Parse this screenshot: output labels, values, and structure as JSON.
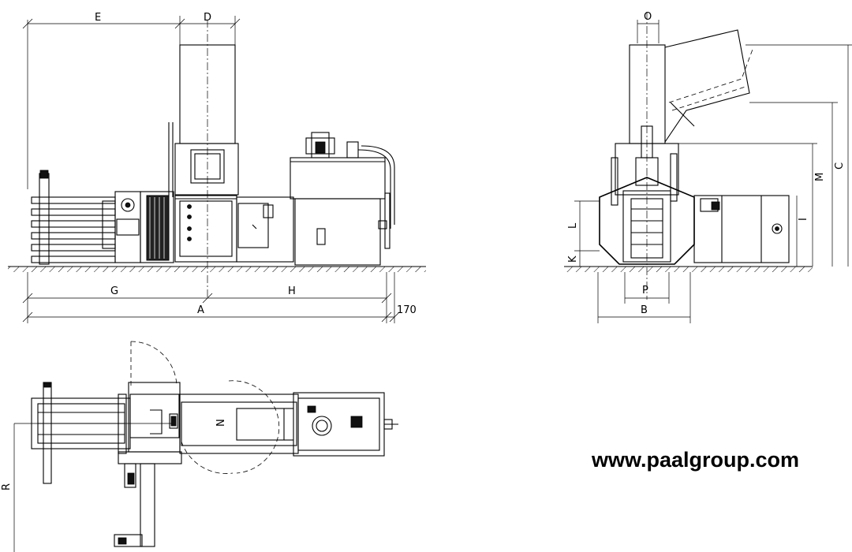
{
  "dimensions": {
    "A": "A",
    "B": "B",
    "C": "C",
    "D": "D",
    "E": "E",
    "G": "G",
    "H": "H",
    "I": "I",
    "K": "K",
    "L": "L",
    "M": "M",
    "N": "N",
    "O": "O",
    "P": "P",
    "R": "R",
    "offset": "170"
  },
  "website": "www.paalgroup.com"
}
